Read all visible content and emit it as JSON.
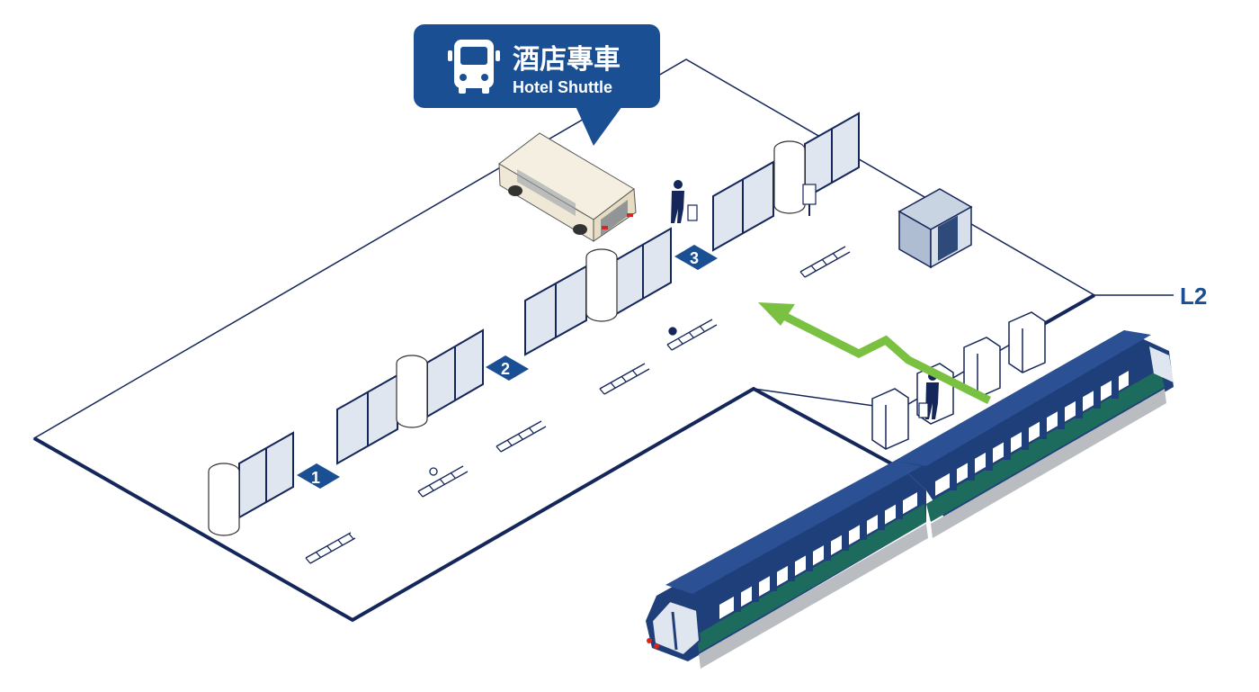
{
  "callout": {
    "title_zh": "酒店專車",
    "title_en": "Hotel Shuttle",
    "icon": "bus-icon"
  },
  "level": {
    "label": "L2"
  },
  "bays": [
    {
      "number": "1"
    },
    {
      "number": "2"
    },
    {
      "number": "3"
    }
  ],
  "colors": {
    "brand_blue": "#1b4f93",
    "floor_outline": "#15265a",
    "route_arrow": "#7ac142",
    "train_body": "#1f3f7a",
    "train_stripe": "#1d6b5c",
    "bus_body": "#efe8d6"
  }
}
